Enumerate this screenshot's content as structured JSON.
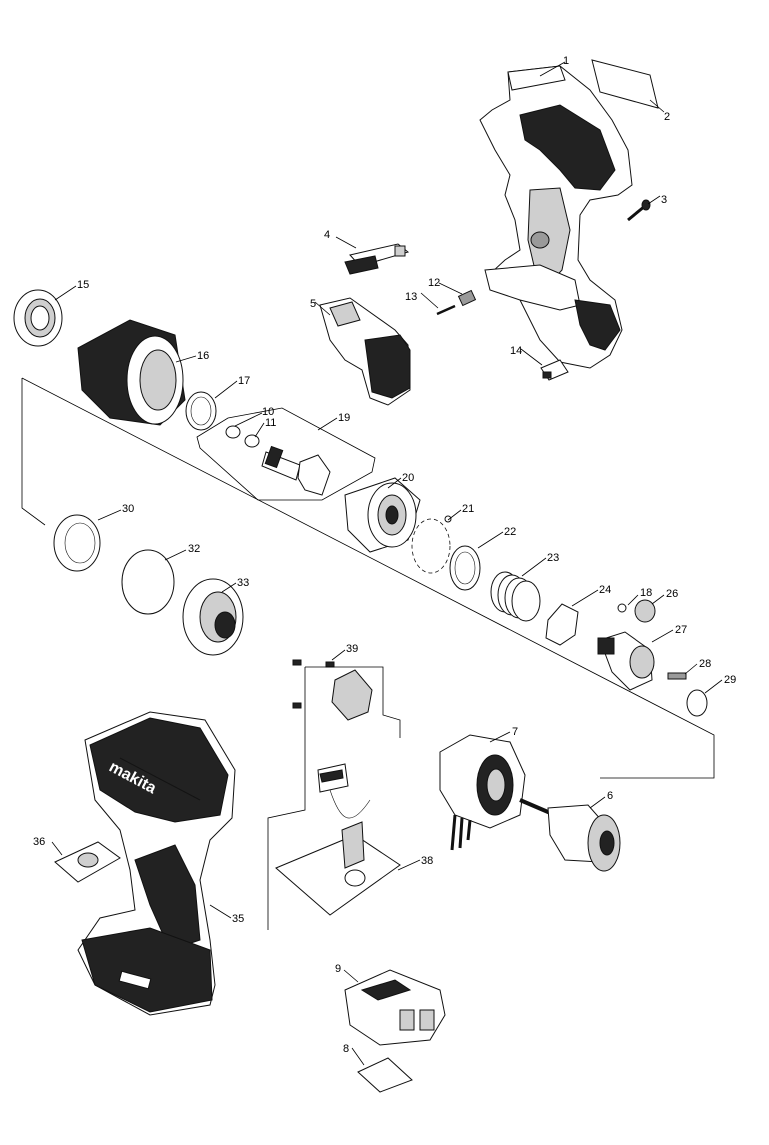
{
  "diagram": {
    "part_labels": [
      "1",
      "2",
      "3",
      "4",
      "5",
      "6",
      "7",
      "8",
      "9",
      "10",
      "11",
      "12",
      "13",
      "14",
      "15",
      "16",
      "17",
      "18",
      "19",
      "20",
      "21",
      "22",
      "23",
      "24",
      "26",
      "27",
      "28",
      "29",
      "30",
      "32",
      "33",
      "35",
      "36",
      "38",
      "39"
    ],
    "brand_text": "makita"
  }
}
